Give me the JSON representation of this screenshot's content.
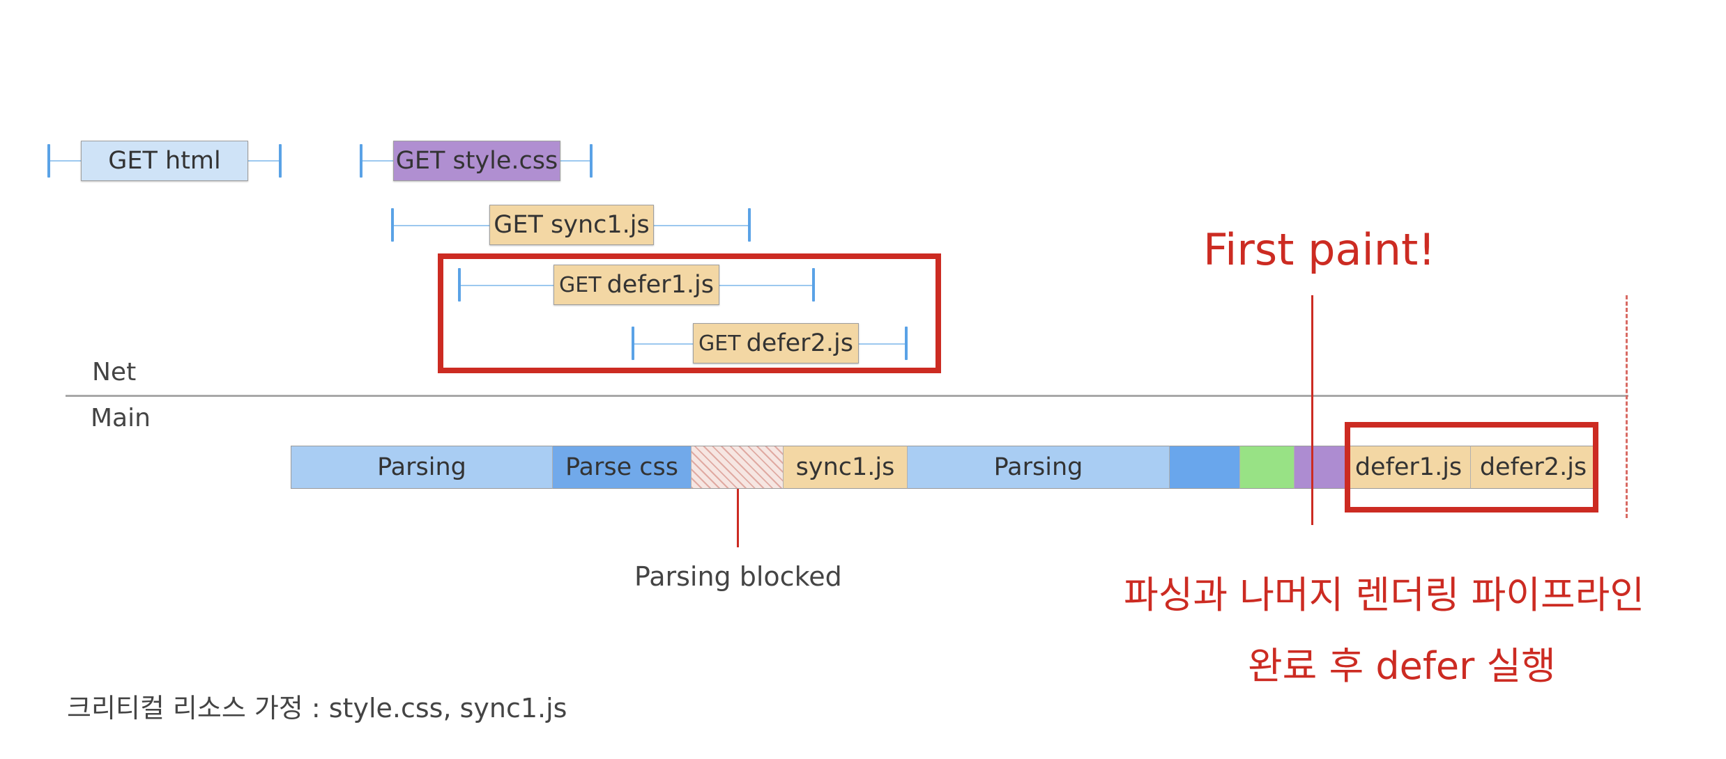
{
  "network": {
    "requests": [
      {
        "prefix": "",
        "name": "GET html",
        "color": "#cfe3f7"
      },
      {
        "prefix": "",
        "name": "GET style.css",
        "color": "#b08fd1"
      },
      {
        "prefix": "",
        "name": "GET sync1.js",
        "color": "#f3d7a4"
      },
      {
        "prefix": "GET",
        "name": "defer1.js",
        "color": "#f3d7a4"
      },
      {
        "prefix": "GET",
        "name": "defer2.js",
        "color": "#f3d7a4"
      }
    ],
    "label": "Net"
  },
  "main": {
    "label": "Main",
    "segments": [
      {
        "label": "Parsing",
        "color": "#a9cdf3"
      },
      {
        "label": "Parse css",
        "color": "#71a9ea"
      },
      {
        "label": "",
        "color": "hatched"
      },
      {
        "label": "sync1.js",
        "color": "#f3d7a4"
      },
      {
        "label": "Parsing",
        "color": "#a9cdf3"
      },
      {
        "label": "",
        "color": "#69a6ec"
      },
      {
        "label": "",
        "color": "#98e285"
      },
      {
        "label": "",
        "color": "#ad8cd1"
      },
      {
        "label": "defer1.js",
        "color": "#f3d7a4"
      },
      {
        "label": "defer2.js",
        "color": "#f3d7a4"
      }
    ]
  },
  "annotations": {
    "first_paint": "First paint!",
    "parsing_blocked": "Parsing blocked",
    "korean_line1": "파싱과 나머지 렌더링 파이프라인",
    "korean_line2": "완료 후 defer 실행",
    "footnote": "크리티컬 리소스 가정 : style.css, sync1.js"
  },
  "colors": {
    "highlight_red": "#cc2b22",
    "bracket_blue": "#5aa2e6",
    "divider_gray": "#a8a8a8"
  }
}
